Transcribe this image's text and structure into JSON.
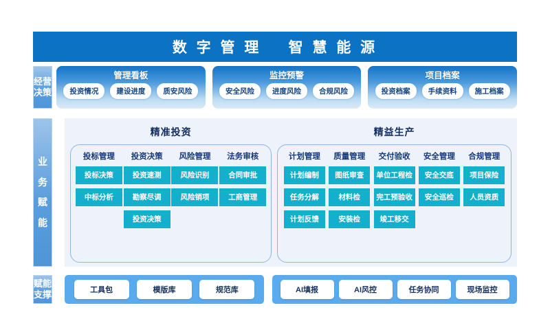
{
  "header": {
    "title": "数 字 管 理    智 慧 能 源",
    "bg_color": "#0b72c4"
  },
  "colors": {
    "header_blue": "#0b72c4",
    "tile_teal": "#14afcd",
    "support_blue": "#5aaaee",
    "panel_bg": "#eef2fb",
    "side_label_blue": "#5a9ddc"
  },
  "decision_row": {
    "side_label": {
      "line1": "经营",
      "line2": "决策"
    },
    "panels": [
      {
        "title": "管理看板",
        "items": [
          "投资情况",
          "建设进度",
          "质安风险"
        ]
      },
      {
        "title": "监控预警",
        "items": [
          "安全风险",
          "进度风险",
          "合规风险"
        ]
      },
      {
        "title": "项目档案",
        "items": [
          "投资档案",
          "手续资料",
          "施工档案"
        ]
      }
    ]
  },
  "business_row": {
    "side_label": {
      "c1": "业",
      "c2": "务",
      "c3": "赋",
      "c4": "能"
    },
    "blocks": [
      {
        "title": "精准投资",
        "columns": [
          {
            "title": "投标管理",
            "tiles": [
              "投标决策",
              "中标分析"
            ]
          },
          {
            "title": "投资决策",
            "tiles": [
              "投资速测",
              "勘察尽调",
              "投资决策"
            ]
          },
          {
            "title": "风险管理",
            "tiles": [
              "风险识别",
              "风险销项"
            ]
          },
          {
            "title": "法务审核",
            "tiles": [
              "合同审批",
              "工商管理"
            ]
          }
        ]
      },
      {
        "title": "精益生产",
        "columns": [
          {
            "title": "计划管理",
            "tiles": [
              "计划编制",
              "任务分解",
              "计划反馈"
            ]
          },
          {
            "title": "质量管理",
            "tiles": [
              "图纸审查",
              "材料检",
              "安装检"
            ]
          },
          {
            "title": "交付验收",
            "tiles": [
              "单位工程检",
              "完工预验收",
              "竣工移交"
            ]
          },
          {
            "title": "安全管理",
            "tiles": [
              "安全交底",
              "安全巡检"
            ]
          },
          {
            "title": "合规管理",
            "tiles": [
              "项目保险",
              "人员资质"
            ]
          }
        ]
      }
    ]
  },
  "support_row": {
    "side_label": {
      "line1": "赋能",
      "line2": "支撑"
    },
    "groups": [
      {
        "items": [
          "工具包",
          "模版库",
          "规范库"
        ]
      },
      {
        "items": [
          "AI填报",
          "AI风控",
          "任务协同",
          "现场监控"
        ]
      }
    ]
  }
}
